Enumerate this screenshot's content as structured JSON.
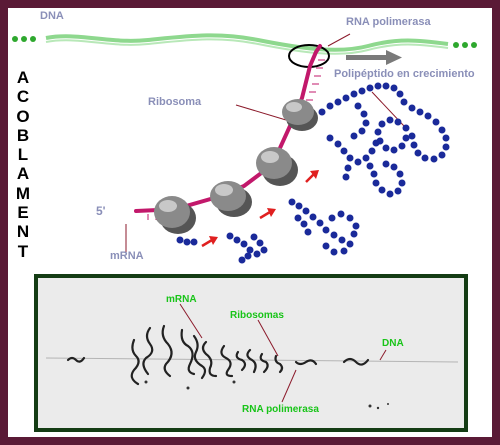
{
  "side_title": "ACOBLAMENT",
  "labels": {
    "dna": "DNA",
    "rna_polimerasa": "RNA polimerasa",
    "polipeptido": "Polipéptido en crecimiento",
    "ribosoma": "Ribosoma",
    "five_prime": "5'",
    "mrna": "mRNA"
  },
  "micrograph": {
    "mrna": "mRNA",
    "ribosomas": "Ribosomas",
    "dna": "DNA",
    "rna_polimerasa": "RNA polimerasa"
  },
  "colors": {
    "frame": "#5a1a36",
    "dna_strand": "#8ed88e",
    "mrna": "#c2186b",
    "ribosome": "#7a7a7a",
    "polypeptide": "#1a2a9a",
    "arrow": "#e02020",
    "label_top": "#8a8fb8",
    "label_green": "#18c418",
    "micro_border": "#143c14"
  }
}
